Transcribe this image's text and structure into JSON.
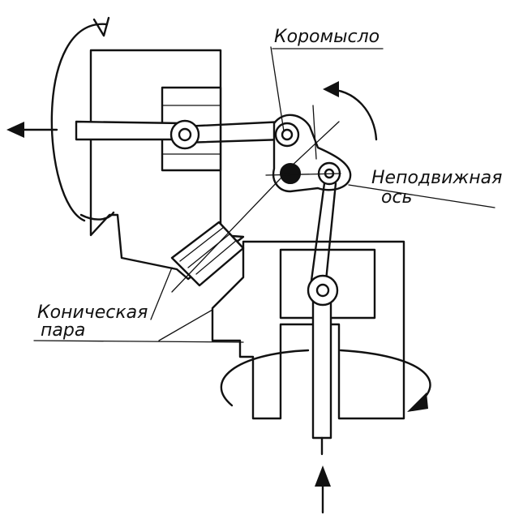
{
  "labels": {
    "rocker": "Коромысло",
    "fixed_axis_line1": "Неподвижная",
    "fixed_axis_line2": "ось",
    "bevel_pair_line1": "Коническая",
    "bevel_pair_line2": "пара"
  },
  "colors": {
    "ink": "#111111",
    "paper": "#ffffff"
  }
}
